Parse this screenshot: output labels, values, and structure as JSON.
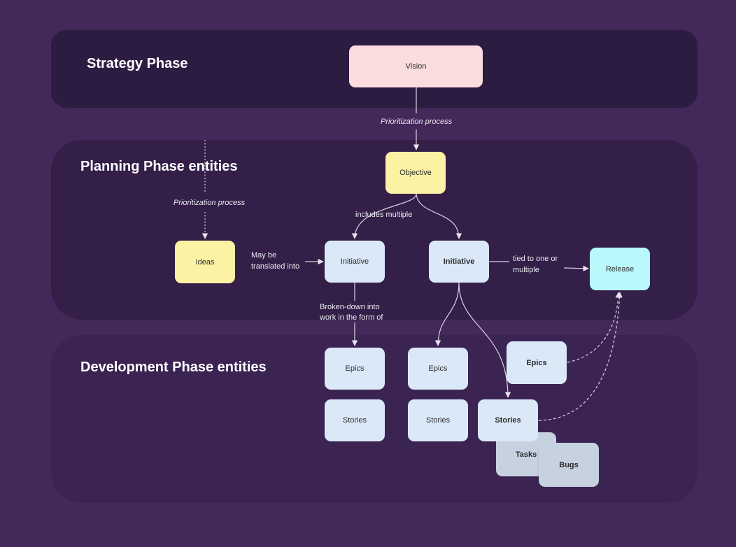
{
  "phases": {
    "strategy": "Strategy Phase",
    "planning": "Planning Phase entities",
    "development": "Development Phase entities"
  },
  "nodes": {
    "vision": "Vision",
    "objective": "Objective",
    "ideas": "Ideas",
    "initiative_1": "Initiative",
    "initiative_2": "Initiative",
    "release": "Release",
    "epics_1": "Epics",
    "epics_2": "Epics",
    "epics_3": "Epics",
    "stories_1": "Stories",
    "stories_2": "Stories",
    "stories_3": "Stories",
    "tasks": "Tasks",
    "bugs": "Bugs"
  },
  "edge_labels": {
    "prioritization_top": "Prioritization process",
    "prioritization_left": "Prioritization process",
    "includes_multiple": "includes multiple",
    "may_be_line1": "May be",
    "may_be_line2": "translated into",
    "tied_line1": "tied to one or",
    "tied_line2": "multiple",
    "broken_line1": "Broken-down into",
    "broken_line2": "work in the form of"
  },
  "colors": {
    "background": "#43285a",
    "strategy_panel": "#2d1c42",
    "planning_panel": "#331f48",
    "development_panel": "#3b2452",
    "vision": "#fbdde0",
    "objective_ideas": "#fcf2a4",
    "work_items": "#dbe8f8",
    "release": "#b9f8fb",
    "tasks_bugs": "#c7d2e1"
  }
}
